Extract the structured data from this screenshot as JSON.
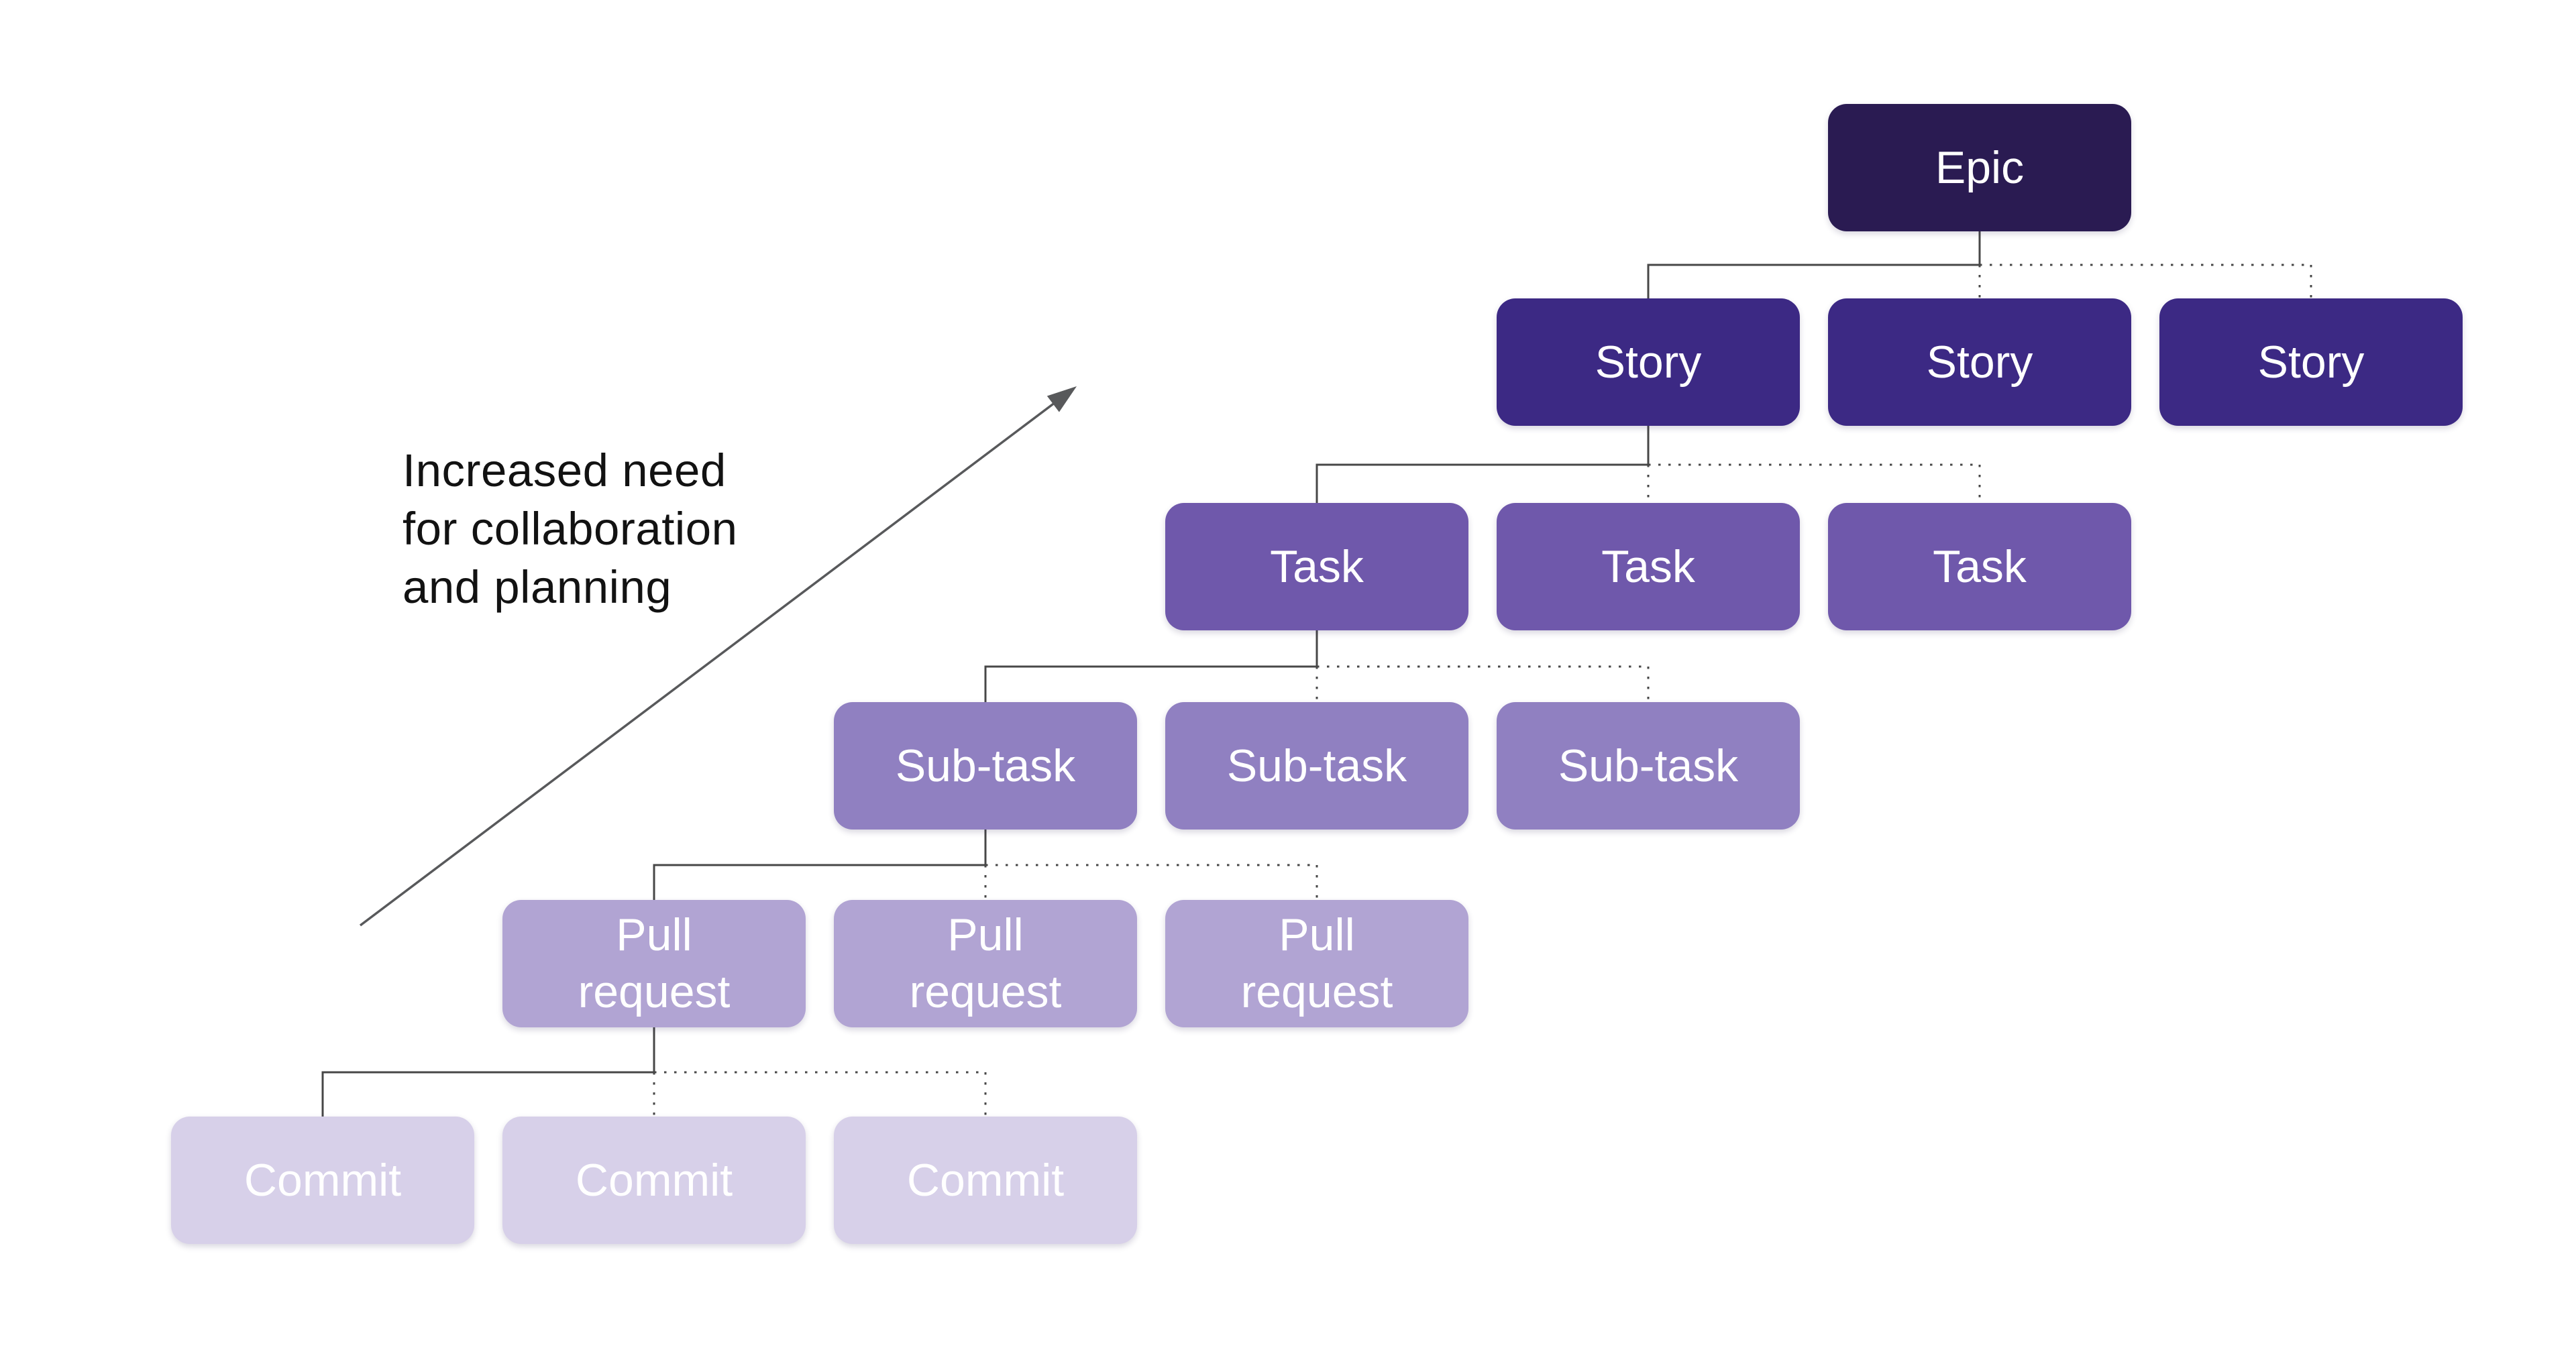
{
  "diagram": {
    "background": "#ffffff",
    "connector_color": "#474747",
    "arrow_color": "#58595b",
    "annotation": {
      "lines": [
        "Increased need",
        "for collaboration",
        "and planning"
      ],
      "color": "#121212"
    },
    "rows": [
      {
        "level": "epic",
        "label": "Epic",
        "label_lines": [
          "Epic"
        ],
        "fill": "#2a1b52",
        "text_color": "#ffffff",
        "cols": [
          5
        ]
      },
      {
        "level": "story",
        "label": "Story",
        "label_lines": [
          "Story"
        ],
        "fill": "#3c2984",
        "text_color": "#ffffff",
        "cols": [
          4,
          5,
          6
        ]
      },
      {
        "level": "task",
        "label": "Task",
        "label_lines": [
          "Task"
        ],
        "fill": "#6f58ab",
        "text_color": "#ffffff",
        "cols": [
          3,
          4,
          5
        ]
      },
      {
        "level": "sub-task",
        "label": "Sub-task",
        "label_lines": [
          "Sub-task"
        ],
        "fill": "#9080c1",
        "text_color": "#ffffff",
        "cols": [
          2,
          3,
          4
        ]
      },
      {
        "level": "pull-request",
        "label": "Pull request",
        "label_lines": [
          "Pull",
          "request"
        ],
        "fill": "#b1a4d3",
        "text_color": "#ffffff",
        "cols": [
          1,
          2,
          3
        ]
      },
      {
        "level": "commit",
        "label": "Commit",
        "label_lines": [
          "Commit"
        ],
        "fill": "#d7d0e9",
        "text_color": "#ffffff",
        "cols": [
          0,
          1,
          2
        ]
      }
    ]
  }
}
